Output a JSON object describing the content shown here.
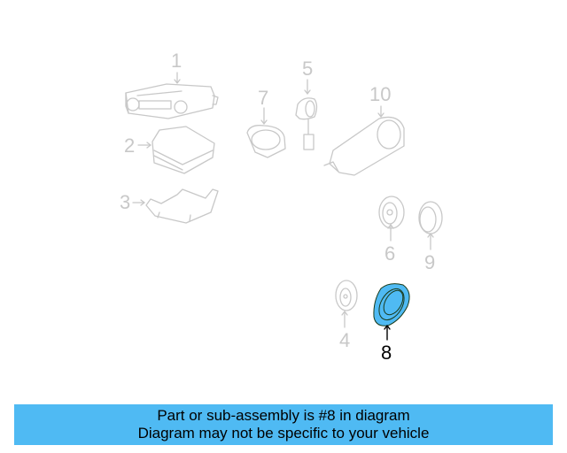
{
  "diagram": {
    "highlighted_part": "8",
    "highlight_color": "#4fbaf3",
    "parts": [
      {
        "id": "1",
        "label": "1",
        "name": "radio-head-unit"
      },
      {
        "id": "2",
        "label": "2",
        "name": "amplifier-module"
      },
      {
        "id": "3",
        "label": "3",
        "name": "mounting-bracket"
      },
      {
        "id": "4",
        "label": "4",
        "name": "speaker-small"
      },
      {
        "id": "5",
        "label": "5",
        "name": "tweeter-with-lead"
      },
      {
        "id": "6",
        "label": "6",
        "name": "speaker-round"
      },
      {
        "id": "7",
        "label": "7",
        "name": "speaker-oval"
      },
      {
        "id": "8",
        "label": "8",
        "name": "speaker-ring"
      },
      {
        "id": "9",
        "label": "9",
        "name": "speaker-trim-ring"
      },
      {
        "id": "10",
        "label": "10",
        "name": "speaker-enclosure"
      }
    ]
  },
  "banner": {
    "line1": "Part or sub-assembly is #8 in diagram",
    "line2": "Diagram may not be specific to your vehicle",
    "background": "#4fbaf3"
  }
}
